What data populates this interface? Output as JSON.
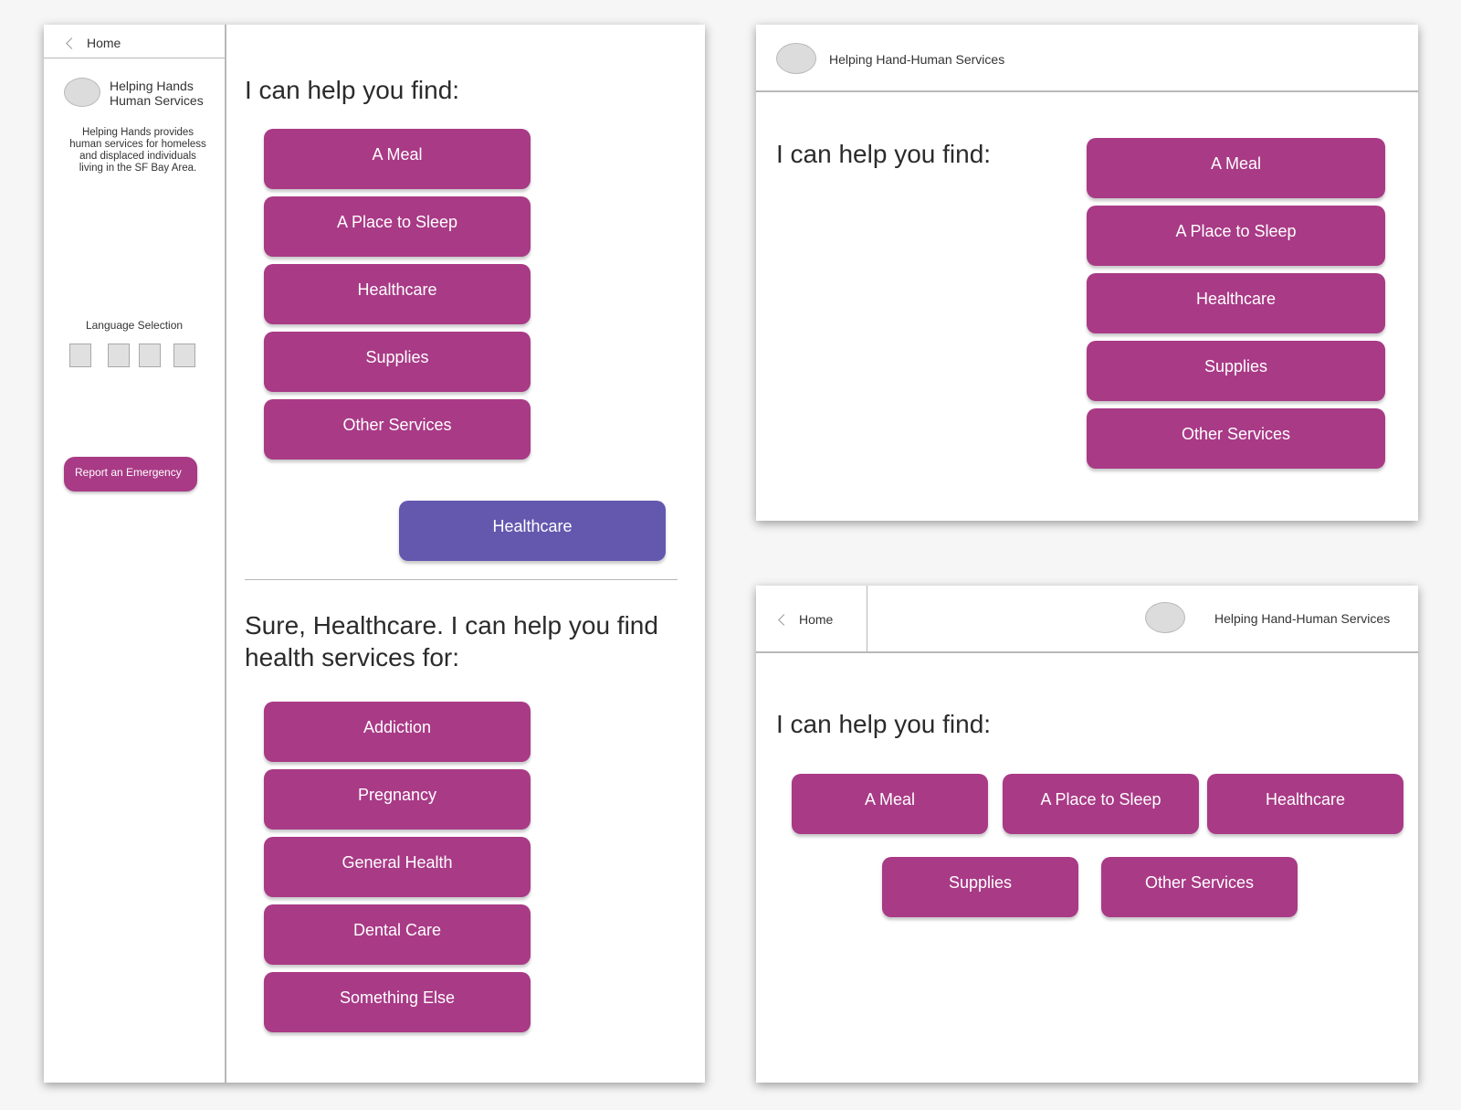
{
  "colors": {
    "accent": "#a93a86",
    "selected": "#6457ae",
    "background": "#f6f6f6"
  },
  "panel_left": {
    "sidebar": {
      "home_label": "Home",
      "org_name_line1": "Helping Hands",
      "org_name_line2": "Human Services",
      "description_lines": [
        "Helping Hands provides",
        "human services for homeless",
        "and displaced individuals",
        "living in the SF Bay Area."
      ],
      "language_selection_label": "Language Selection",
      "emergency_button": "Report an Emergency"
    },
    "main": {
      "heading": "I can help you find:",
      "options": [
        "A Meal",
        "A Place to Sleep",
        "Healthcare",
        "Supplies",
        "Other Services"
      ],
      "selected_response": "Healthcare",
      "followup_heading_line1": "Sure, Healthcare. I can help you find",
      "followup_heading_line2": "health services for:",
      "health_options": [
        "Addiction",
        "Pregnancy",
        "General Health",
        "Dental Care",
        "Something Else"
      ]
    }
  },
  "panel_top_right": {
    "header_title": "Helping Hand-Human Services",
    "heading": "I can help you find:",
    "options": [
      "A Meal",
      "A Place to Sleep",
      "Healthcare",
      "Supplies",
      "Other Services"
    ]
  },
  "panel_bottom_right": {
    "home_label": "Home",
    "header_title": "Helping Hand-Human Services",
    "heading": "I can help you find:",
    "options": [
      "A Meal",
      "A Place to Sleep",
      "Healthcare",
      "Supplies",
      "Other Services"
    ]
  }
}
